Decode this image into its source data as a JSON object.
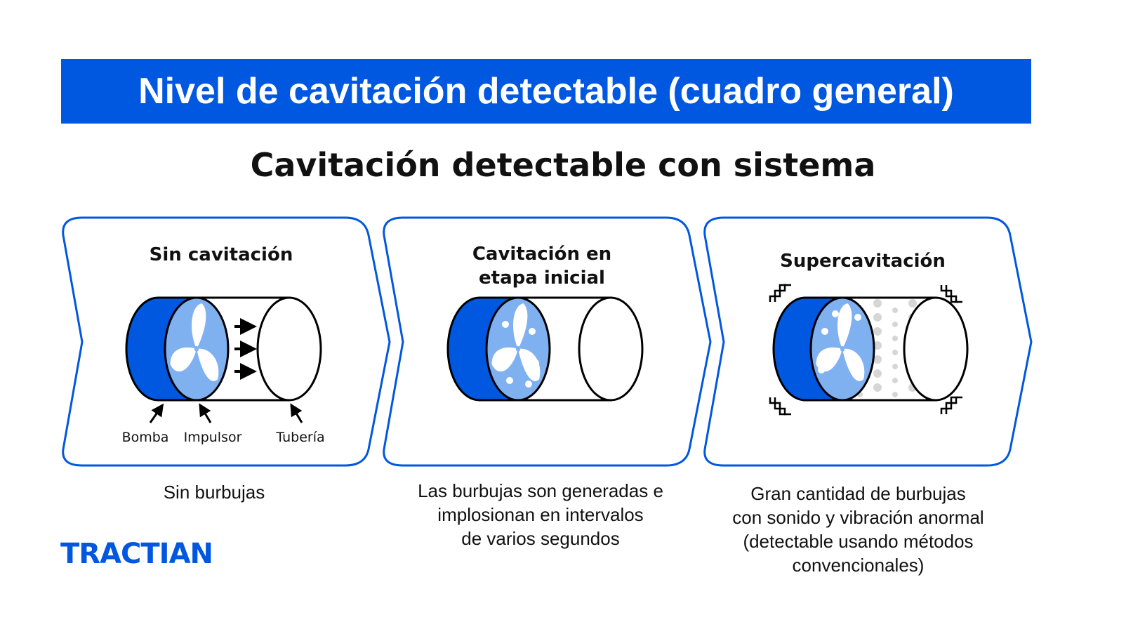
{
  "banner_title": "Nivel de cavitación detectable (cuadro general)",
  "subtitle": "Cavitación detectable con sistema",
  "colors": {
    "brand_blue": "#0057e0",
    "impeller_blue": "#7fb0f0",
    "bubble_gray": "#d6d6d6"
  },
  "stages": [
    {
      "title": [
        "Sin cavitación"
      ],
      "caption": [
        "Sin burbujas"
      ],
      "labels": {
        "pump": "Bomba",
        "impeller": "Impulsor",
        "pipe": "Tubería"
      }
    },
    {
      "title": [
        "Cavitación en",
        "etapa inicial"
      ],
      "caption": [
        "Las burbujas son generadas e",
        "implosionan en intervalos",
        "de varios segundos"
      ]
    },
    {
      "title": [
        "Supercavitación"
      ],
      "caption": [
        "Gran cantidad de burbujas",
        "con sonido y vibración anormal",
        "(detectable usando métodos",
        "convencionales)"
      ]
    }
  ],
  "logo": "TRACTIAN"
}
